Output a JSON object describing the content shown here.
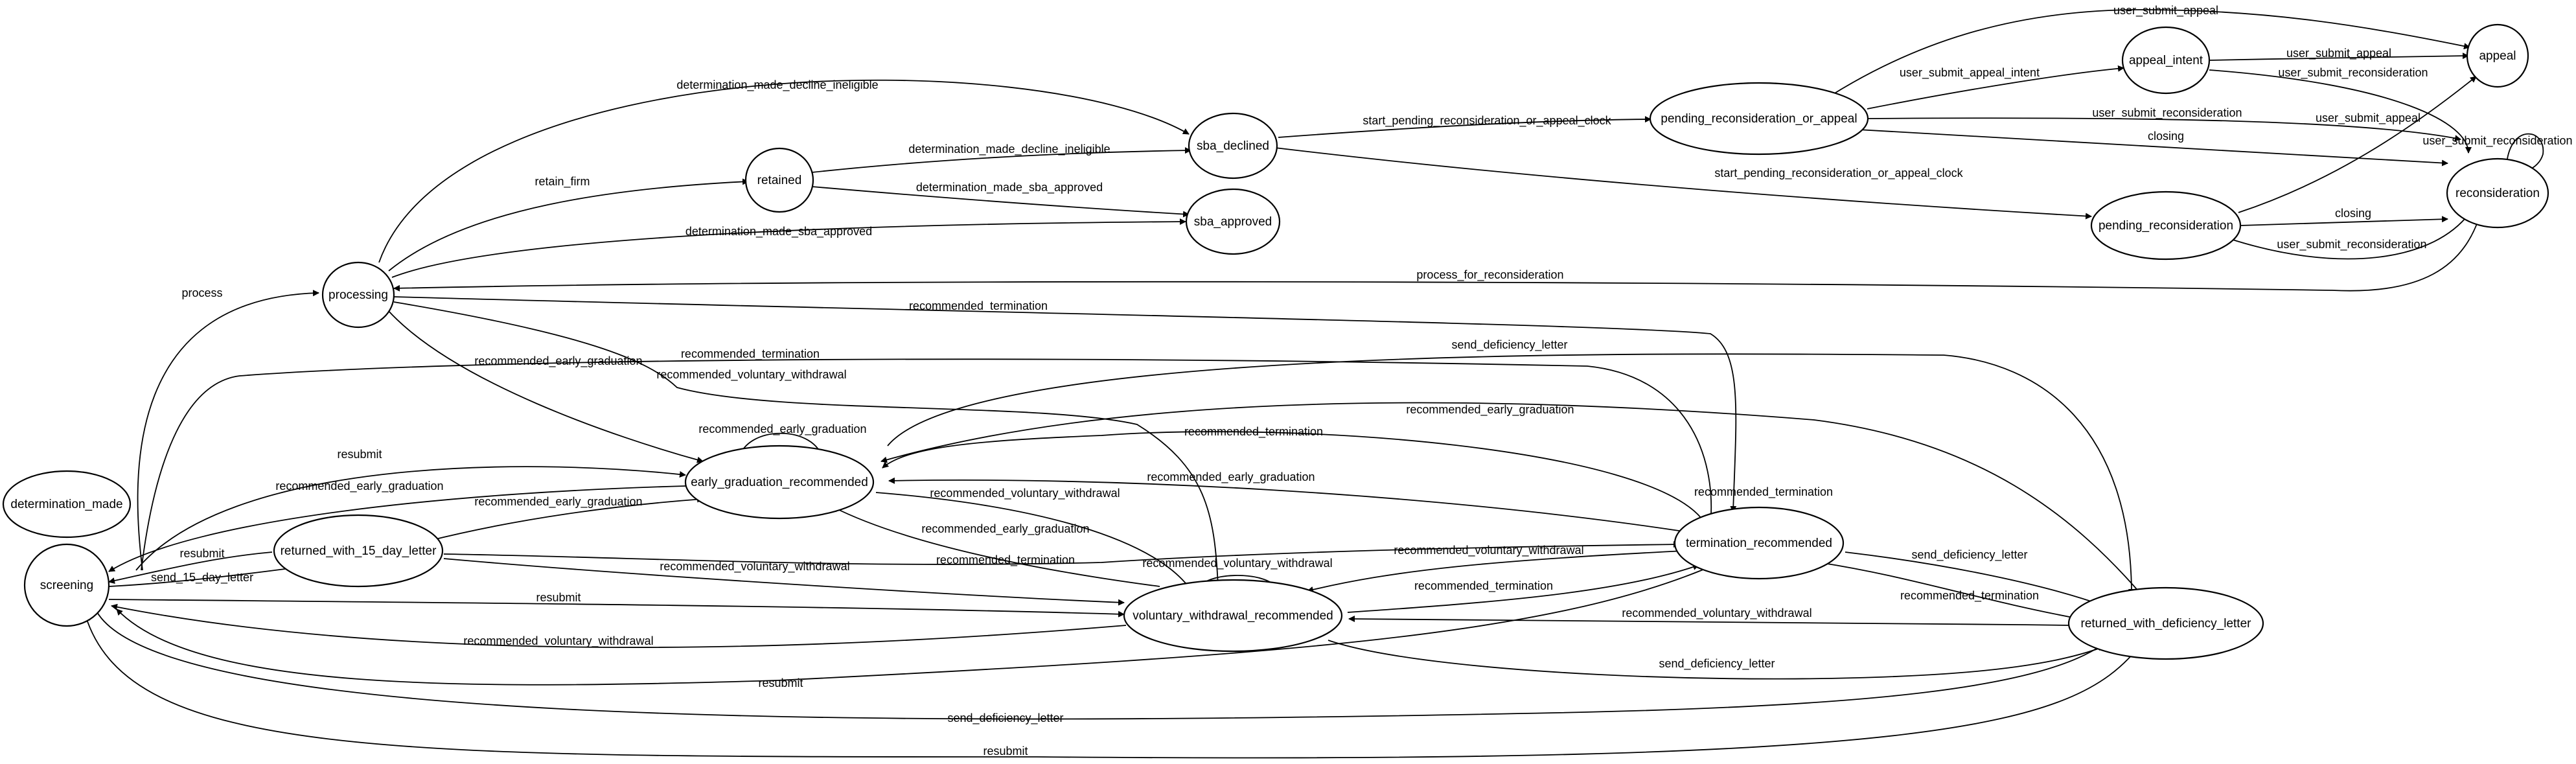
{
  "nodes": {
    "determination_made": "determination_made",
    "screening": "screening",
    "processing": "processing",
    "retained": "retained",
    "sba_declined": "sba_declined",
    "sba_approved": "sba_approved",
    "pending_reconsideration_or_appeal": "pending_reconsideration_or_appeal",
    "appeal_intent": "appeal_intent",
    "appeal": "appeal",
    "reconsideration": "reconsideration",
    "pending_reconsideration": "pending_reconsideration",
    "early_graduation_recommended": "early_graduation_recommended",
    "returned_with_15_day_letter": "returned_with_15_day_letter",
    "termination_recommended": "termination_recommended",
    "voluntary_withdrawal_recommended": "voluntary_withdrawal_recommended",
    "returned_with_deficiency_letter": "returned_with_deficiency_letter"
  },
  "edges": [
    {
      "id": "e01",
      "from": "screening",
      "to": "processing",
      "label": "process"
    },
    {
      "id": "e02",
      "from": "processing",
      "to": "sba_declined",
      "label": "determination_made_decline_ineligible"
    },
    {
      "id": "e03",
      "from": "processing",
      "to": "retained",
      "label": "retain_firm"
    },
    {
      "id": "e04",
      "from": "processing",
      "to": "sba_approved",
      "label": "determination_made_sba_approved"
    },
    {
      "id": "e05",
      "from": "retained",
      "to": "sba_declined",
      "label": "determination_made_decline_ineligible"
    },
    {
      "id": "e06",
      "from": "retained",
      "to": "sba_approved",
      "label": "determination_made_sba_approved"
    },
    {
      "id": "e07",
      "from": "sba_declined",
      "to": "pending_reconsideration_or_appeal",
      "label": "start_pending_reconsideration_or_appeal_clock"
    },
    {
      "id": "e08",
      "from": "sba_declined",
      "to": "pending_reconsideration",
      "label": "start_pending_reconsideration_or_appeal_clock"
    },
    {
      "id": "e09",
      "from": "pending_reconsideration_or_appeal",
      "to": "appeal",
      "label": "user_submit_appeal"
    },
    {
      "id": "e10",
      "from": "pending_reconsideration_or_appeal",
      "to": "appeal_intent",
      "label": "user_submit_appeal_intent"
    },
    {
      "id": "e11",
      "from": "pending_reconsideration_or_appeal",
      "to": "reconsideration",
      "label": "user_submit_reconsideration"
    },
    {
      "id": "e12",
      "from": "pending_reconsideration_or_appeal",
      "to": "reconsideration",
      "label": "closing"
    },
    {
      "id": "e13",
      "from": "appeal_intent",
      "to": "appeal",
      "label": "user_submit_appeal"
    },
    {
      "id": "e14",
      "from": "appeal_intent",
      "to": "reconsideration",
      "label": "user_submit_reconsideration"
    },
    {
      "id": "e15",
      "from": "pending_reconsideration",
      "to": "appeal",
      "label": "user_submit_appeal"
    },
    {
      "id": "e16",
      "from": "pending_reconsideration",
      "to": "reconsideration",
      "label": "closing"
    },
    {
      "id": "e17",
      "from": "pending_reconsideration",
      "to": "reconsideration",
      "label": "user_submit_reconsideration"
    },
    {
      "id": "e18",
      "from": "reconsideration",
      "to": "reconsideration",
      "label": "user_submit_reconsideration"
    },
    {
      "id": "e19",
      "from": "reconsideration",
      "to": "processing",
      "label": "process_for_reconsideration"
    },
    {
      "id": "e20",
      "from": "processing",
      "to": "termination_recommended",
      "label": "recommended_termination"
    },
    {
      "id": "e21",
      "from": "processing",
      "to": "early_graduation_recommended",
      "label": "recommended_early_graduation"
    },
    {
      "id": "e22",
      "from": "processing",
      "to": "voluntary_withdrawal_recommended",
      "label": "recommended_voluntary_withdrawal"
    },
    {
      "id": "e23",
      "from": "screening",
      "to": "termination_recommended",
      "label": "recommended_termination"
    },
    {
      "id": "e24",
      "from": "early_graduation_recommended",
      "to": "returned_with_deficiency_letter",
      "label": "send_deficiency_letter"
    },
    {
      "id": "e25",
      "from": "early_graduation_recommended",
      "to": "early_graduation_recommended",
      "label": "recommended_early_graduation"
    },
    {
      "id": "e26",
      "from": "returned_with_deficiency_letter",
      "to": "early_graduation_recommended",
      "label": "recommended_early_graduation"
    },
    {
      "id": "e27",
      "from": "termination_recommended",
      "to": "early_graduation_recommended",
      "label": "recommended_termination"
    },
    {
      "id": "e28",
      "from": "screening",
      "to": "early_graduation_recommended",
      "label": "resubmit"
    },
    {
      "id": "e29",
      "from": "early_graduation_recommended",
      "to": "screening",
      "label": "recommended_early_graduation"
    },
    {
      "id": "e30",
      "from": "termination_recommended",
      "to": "early_graduation_recommended",
      "label": "recommended_early_graduation"
    },
    {
      "id": "e31",
      "from": "returned_with_15_day_letter",
      "to": "early_graduation_recommended",
      "label": "recommended_early_graduation"
    },
    {
      "id": "e32",
      "from": "early_graduation_recommended",
      "to": "voluntary_withdrawal_recommended",
      "label": "recommended_voluntary_withdrawal"
    },
    {
      "id": "e33",
      "from": "voluntary_withdrawal_recommended",
      "to": "early_graduation_recommended",
      "label": "recommended_early_graduation"
    },
    {
      "id": "e34",
      "from": "termination_recommended",
      "to": "termination_recommended",
      "label": "recommended_termination"
    },
    {
      "id": "e35",
      "from": "returned_with_15_day_letter",
      "to": "screening",
      "label": "resubmit"
    },
    {
      "id": "e36",
      "from": "screening",
      "to": "returned_with_15_day_letter",
      "label": "send_15_day_letter"
    },
    {
      "id": "e37",
      "from": "returned_with_15_day_letter",
      "to": "termination_recommended",
      "label": "recommended_termination"
    },
    {
      "id": "e38",
      "from": "returned_with_15_day_letter",
      "to": "voluntary_withdrawal_recommended",
      "label": "recommended_voluntary_withdrawal"
    },
    {
      "id": "e39",
      "from": "termination_recommended",
      "to": "voluntary_withdrawal_recommended",
      "label": "recommended_voluntary_withdrawal"
    },
    {
      "id": "e40",
      "from": "voluntary_withdrawal_recommended",
      "to": "voluntary_withdrawal_recommended",
      "label": "recommended_voluntary_withdrawal"
    },
    {
      "id": "e41",
      "from": "voluntary_withdrawal_recommended",
      "to": "termination_recommended",
      "label": "recommended_termination"
    },
    {
      "id": "e42",
      "from": "termination_recommended",
      "to": "returned_with_deficiency_letter",
      "label": "send_deficiency_letter"
    },
    {
      "id": "e43",
      "from": "returned_with_deficiency_letter",
      "to": "termination_recommended",
      "label": "recommended_termination"
    },
    {
      "id": "e44",
      "from": "returned_with_deficiency_letter",
      "to": "voluntary_withdrawal_recommended",
      "label": "recommended_voluntary_withdrawal"
    },
    {
      "id": "e45",
      "from": "screening",
      "to": "voluntary_withdrawal_recommended",
      "label": "resubmit"
    },
    {
      "id": "e46",
      "from": "voluntary_withdrawal_recommended",
      "to": "screening",
      "label": "recommended_voluntary_withdrawal"
    },
    {
      "id": "e47",
      "from": "voluntary_withdrawal_recommended",
      "to": "returned_with_deficiency_letter",
      "label": "send_deficiency_letter"
    },
    {
      "id": "e48",
      "from": "termination_recommended",
      "to": "screening",
      "label": "resubmit"
    },
    {
      "id": "e49",
      "from": "screening",
      "to": "returned_with_deficiency_letter",
      "label": "send_deficiency_letter"
    },
    {
      "id": "e50",
      "from": "returned_with_deficiency_letter",
      "to": "screening",
      "label": "resubmit"
    }
  ]
}
